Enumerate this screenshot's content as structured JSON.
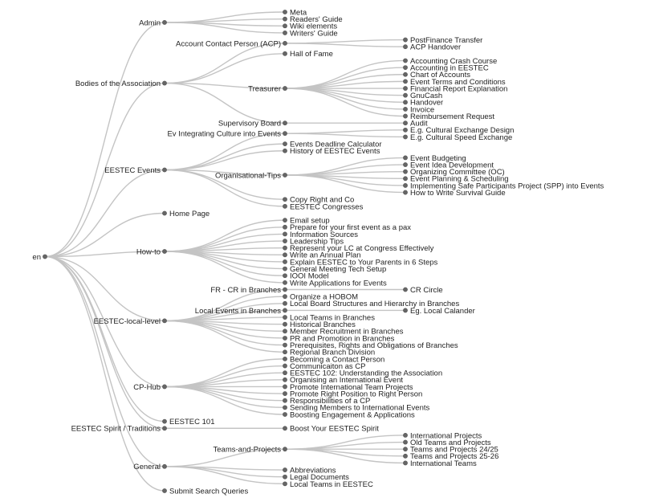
{
  "tree": {
    "name": "en",
    "children": [
      {
        "name": "Admin",
        "children": [
          {
            "name": "Meta"
          },
          {
            "name": "Readers' Guide"
          },
          {
            "name": "Wiki elements"
          },
          {
            "name": "Writers' Guide"
          }
        ]
      },
      {
        "name": "Bodies of the Association",
        "children": [
          {
            "name": "Account Contact Person (ACP)",
            "children": [
              {
                "name": "PostFinance Transfer"
              },
              {
                "name": "ACP Handover"
              }
            ]
          },
          {
            "name": "Hall of Fame"
          },
          {
            "name": "Treasurer",
            "children": [
              {
                "name": "Accounting Crash Course"
              },
              {
                "name": "Accounting in EESTEC"
              },
              {
                "name": "Chart of Accounts"
              },
              {
                "name": "Event Terms and Conditions"
              },
              {
                "name": "Financial Report Explanation"
              },
              {
                "name": "GnuCash"
              },
              {
                "name": "Handover"
              },
              {
                "name": "Invoice"
              },
              {
                "name": "Reimbursement Request"
              }
            ]
          },
          {
            "name": "Supervisory Board",
            "children": [
              {
                "name": "Audit"
              }
            ]
          }
        ]
      },
      {
        "name": "EESTEC Events",
        "children": [
          {
            "name": "Ev Integrating Culture into Events",
            "children": [
              {
                "name": "E.g. Cultural Exchange Design"
              },
              {
                "name": "E.g. Cultural Speed Exchange"
              }
            ]
          },
          {
            "name": "Events Deadline Calculator"
          },
          {
            "name": "History of EESTEC Events"
          },
          {
            "name": "Organisational-Tips",
            "children": [
              {
                "name": "Event Budgeting"
              },
              {
                "name": "Event Idea Development"
              },
              {
                "name": "Organizing Committee (OC)"
              },
              {
                "name": "Event Planning & Scheduling"
              },
              {
                "name": "Implementing Safe Participants Project (SPP) into Events"
              },
              {
                "name": "How to Write Survival Guide"
              }
            ]
          },
          {
            "name": "Copy Right and Co"
          },
          {
            "name": "EESTEC Congresses"
          }
        ]
      },
      {
        "name": "Home Page"
      },
      {
        "name": "How-to",
        "children": [
          {
            "name": "Email setup"
          },
          {
            "name": "Prepare for your first event as a pax"
          },
          {
            "name": "Information Sources"
          },
          {
            "name": "Leadership Tips"
          },
          {
            "name": "Represent your LC at Congress Effectively"
          },
          {
            "name": "Write an Annual Plan"
          },
          {
            "name": "Explain EESTEC to Your Parents in 6 Steps"
          },
          {
            "name": "General Meeting Tech Setup"
          },
          {
            "name": "IOOI Model"
          },
          {
            "name": "Write Applications for Events"
          }
        ]
      },
      {
        "name": "EESTEC-local-level",
        "children": [
          {
            "name": "FR - CR in Branches",
            "children": [
              {
                "name": "CR Circle"
              }
            ]
          },
          {
            "name": "Organize a HOBOM"
          },
          {
            "name": "Local Board Structures and Hierarchy in Branches"
          },
          {
            "name": "Local Events in Branches",
            "children": [
              {
                "name": "Eg. Local Calander"
              }
            ]
          },
          {
            "name": "Local Teams in Branches"
          },
          {
            "name": "Historical Branches"
          },
          {
            "name": "Member Recruitment in Branches"
          },
          {
            "name": "PR and Promotion in Branches"
          },
          {
            "name": "Prerequisites, Rights and Obligations of Branches"
          },
          {
            "name": "Regional Branch Division"
          }
        ]
      },
      {
        "name": "CP-Hub",
        "children": [
          {
            "name": "Becoming a Contact Person"
          },
          {
            "name": "Communicaiton as CP"
          },
          {
            "name": "EESTEC 102: Understanding the Association"
          },
          {
            "name": "Organising an International Event"
          },
          {
            "name": "Promote International Team Projects"
          },
          {
            "name": "Promote Right Position to Right Person"
          },
          {
            "name": "Responsibilities of a CP"
          },
          {
            "name": "Sending Members to International Events"
          },
          {
            "name": "Boosting Engagement & Applications"
          }
        ]
      },
      {
        "name": "EESTEC 101"
      },
      {
        "name": "EESTEC Spirit / Traditions",
        "children": [
          {
            "name": "Boost Your EESTEC Spirit"
          }
        ]
      },
      {
        "name": "General",
        "children": [
          {
            "name": "Teams-and-Projects",
            "children": [
              {
                "name": "International Projects"
              },
              {
                "name": "Old Teams and Projects"
              },
              {
                "name": "Teams and Projects 24/25"
              },
              {
                "name": "Teams and Projects 25-26"
              },
              {
                "name": "International Teams"
              }
            ]
          },
          {
            "name": "Abbreviations"
          },
          {
            "name": "Legal Documents"
          },
          {
            "name": "Local Teams in EESTEC"
          }
        ]
      },
      {
        "name": "Submit Search Queries"
      }
    ]
  }
}
